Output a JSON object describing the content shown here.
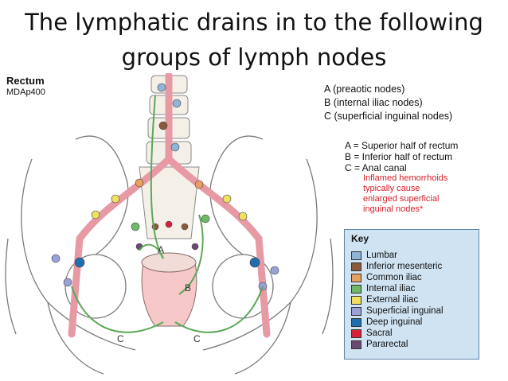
{
  "slide": {
    "title_line1": "The lymphatic drains in to the following",
    "title_line2": "groups of lymph nodes"
  },
  "figure": {
    "title": "Rectum",
    "code": "MDAp400",
    "groups": [
      "A (preaotic nodes)",
      "B (internal iliac nodes)",
      "C (superficial inguinal nodes)"
    ],
    "regions": [
      "A = Superior half of rectum",
      "B = Inferior half of rectum",
      "C = Anal canal"
    ],
    "note": [
      "Inflamed hemorrhoids",
      "typically cause",
      "enlarged superficial",
      "inguinal nodes*"
    ],
    "arrow_labels": {
      "a": "A",
      "b": "B",
      "c_left": "C",
      "c_right": "C"
    },
    "key": {
      "title": "Key",
      "items": [
        {
          "label": "Lumbar",
          "color": "#8fb4d8"
        },
        {
          "label": "Inferior mesenteric",
          "color": "#8a5a3c"
        },
        {
          "label": "Common iliac",
          "color": "#e8a060"
        },
        {
          "label": "Internal iliac",
          "color": "#6fb86a"
        },
        {
          "label": "External iliac",
          "color": "#f0e060"
        },
        {
          "label": "Superficial inguinal",
          "color": "#9aa0d8"
        },
        {
          "label": "Deep inguinal",
          "color": "#1f6fb0"
        },
        {
          "label": "Sacral",
          "color": "#d8203a"
        },
        {
          "label": "Pararectal",
          "color": "#6a4a72"
        }
      ]
    },
    "colors": {
      "vessel": "#e89aa4",
      "arrow": "#5aa858",
      "bone_outline": "#7a7a7a",
      "note": "#d4202a"
    }
  }
}
